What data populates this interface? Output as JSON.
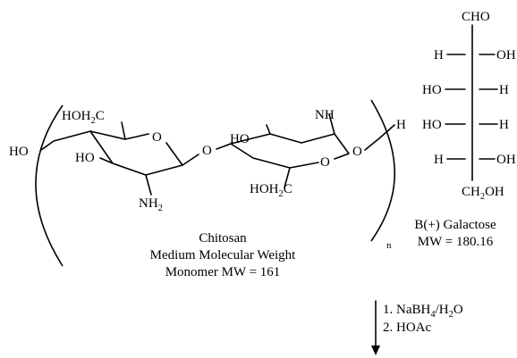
{
  "chitosan": {
    "atoms": {
      "ho_left": "HO",
      "hoh2c_top": "HOH",
      "c_top": "C",
      "o_ring1": "O",
      "ho_ring1": "HO",
      "nh2": "NH",
      "o_bridge": "O",
      "ho_ring2": "HO",
      "nh_ring2": "NH",
      "o_ring2": "O",
      "hoh2c_bottom": "HOH",
      "c_bottom": "C",
      "o_right": "O",
      "h_end": "H",
      "n_repeat": "n",
      "sub_2": "2"
    },
    "label_name": "Chitosan",
    "label_weight": "Medium Molecular Weight",
    "label_mw": "Monomer MW = 161"
  },
  "galactose": {
    "atoms": {
      "cho": "CHO",
      "h1": "H",
      "oh1": "OH",
      "ho2": "HO",
      "h2": "H",
      "ho3": "HO",
      "h3": "H",
      "h4": "H",
      "oh4": "OH",
      "ch2oh_a": "CH",
      "ch2oh_sub": "2",
      "ch2oh_b": "OH"
    },
    "label_name": "B(+) Galactose",
    "label_mw": "MW = 180.16"
  },
  "reaction": {
    "step1_a": "1. NaBH",
    "step1_sub1": "4",
    "step1_b": "/H",
    "step1_sub2": "2",
    "step1_c": "O",
    "step2": "2. HOAc"
  }
}
